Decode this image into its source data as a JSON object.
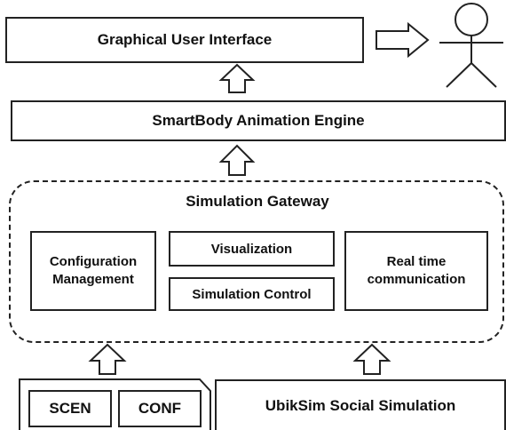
{
  "gui": {
    "label": "Graphical User Interface"
  },
  "engine": {
    "label": "SmartBody Animation Engine"
  },
  "gateway": {
    "title": "Simulation Gateway",
    "config": "Configuration Management",
    "visualization": "Visualization",
    "control": "Simulation Control",
    "realtime": "Real time communication"
  },
  "inputs": {
    "scen": "SCEN",
    "conf": "CONF"
  },
  "ubiksim": {
    "label": "UbikSim Social Simulation"
  }
}
